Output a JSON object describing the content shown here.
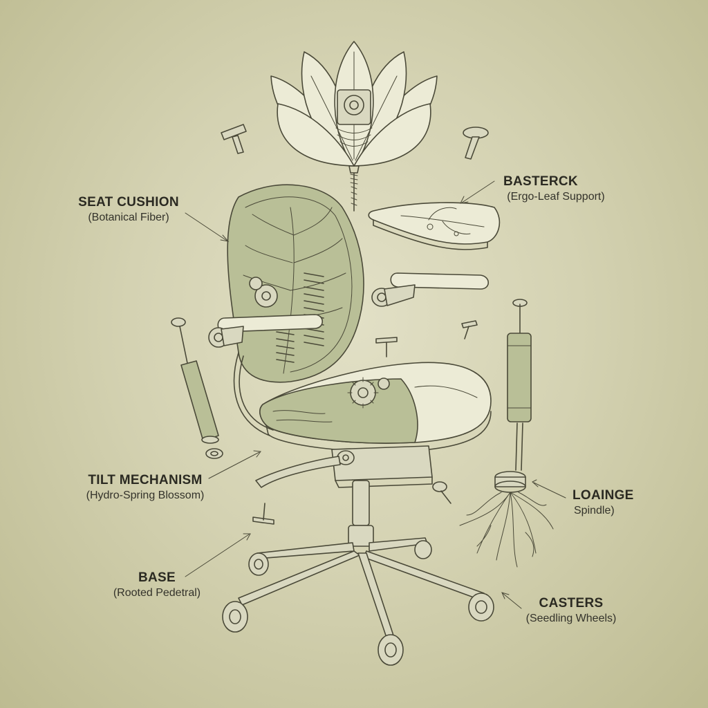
{
  "callouts": {
    "seat_cushion": {
      "title": "SEAT CUSHION",
      "subtitle": "(Botanical Fiber)"
    },
    "basterck": {
      "title": "BASTERCK",
      "subtitle": "(Ergo-Leaf Support)"
    },
    "tilt_mechanism": {
      "title": "TILT MECHANISM",
      "subtitle": "(Hydro-Spring Blossom)"
    },
    "loainge": {
      "title": "LOAINGE",
      "subtitle": "Spindle)"
    },
    "base": {
      "title": "BASE",
      "subtitle": "(Rooted Pedetral)"
    },
    "casters": {
      "title": "CASTERS",
      "subtitle": "(Seedling Wheels)"
    }
  },
  "colors": {
    "paper": "#d4d2b2",
    "ink": "#4a4938",
    "sage": "#b9bf97",
    "pale": "#ecebd6"
  }
}
